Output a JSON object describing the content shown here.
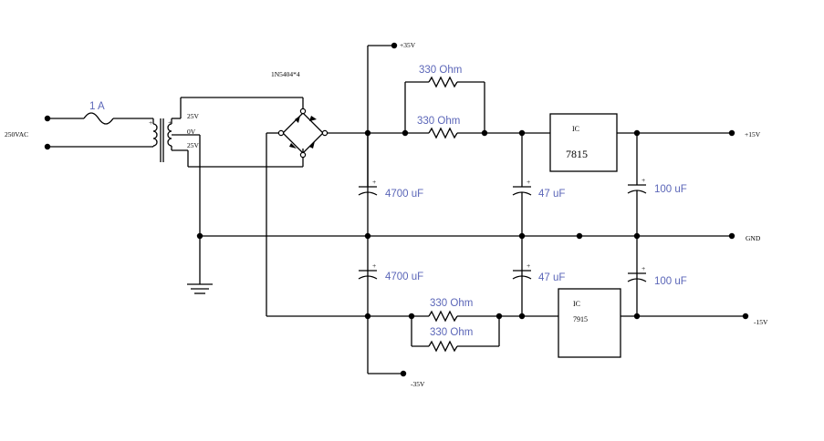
{
  "input": {
    "voltage_label": "250VAC",
    "fuse_label": "1 A"
  },
  "transformer": {
    "tap_top": "25V",
    "tap_mid": "0V",
    "tap_bot": "25V"
  },
  "bridge": {
    "label": "1N5404*4"
  },
  "rails": {
    "pos_raw": "+35V",
    "neg_raw": "-35V",
    "pos_out": "+15V",
    "gnd": "GND",
    "neg_out": "-15V"
  },
  "resistors": {
    "r1": "330  Ohm",
    "r2": "330  Ohm",
    "r3": "330  Ohm",
    "r4": "330  Ohm"
  },
  "capacitors": {
    "c1": "4700 uF",
    "c2": "47 uF",
    "c3": "100 uF",
    "c4": "4700 uF",
    "c5": "47 uF",
    "c6": "100 uF"
  },
  "regulators": {
    "top": {
      "prefix": "IC",
      "part": "7815"
    },
    "bottom": {
      "prefix": "IC",
      "part": "7915"
    }
  },
  "colors": {
    "wire": "#000000",
    "label_blue": "#5b66b8",
    "background": "#ffffff"
  }
}
